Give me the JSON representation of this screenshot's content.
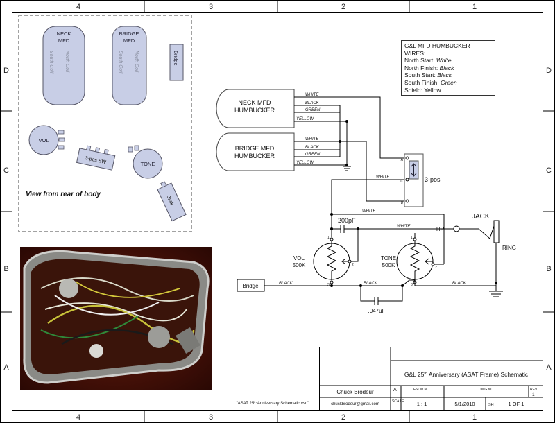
{
  "frame": {
    "columns": [
      "4",
      "3",
      "2",
      "1"
    ],
    "rows": [
      "D",
      "C",
      "B",
      "A"
    ]
  },
  "rear_view": {
    "neck_pickup": {
      "title_line1": "NECK",
      "title_line2": "MFD",
      "coil1": "North Coil",
      "coil2": "South Coil"
    },
    "bridge_pickup": {
      "title_line1": "BRIDGE",
      "title_line2": "MFD",
      "coil1": "North Coil",
      "coil2": "South Coil"
    },
    "bridge_label": "Bridge",
    "vol_label": "VOL",
    "switch_label": "3-pos SW",
    "tone_label": "TONE",
    "jack_label": "Jack",
    "caption": "View from rear of body"
  },
  "legend": {
    "title": "G&L MFD HUMBUCKER WIRES:",
    "rows": [
      {
        "label": "North Start:",
        "value": "White"
      },
      {
        "label": "North Finish:",
        "value": "Black"
      },
      {
        "label": "South Start:",
        "value": "Black"
      },
      {
        "label": "South Finish:",
        "value": "Green"
      },
      {
        "label": "Shield:",
        "value": "Yellow"
      }
    ]
  },
  "schematic": {
    "neck_humbucker": {
      "line1": "NECK MFD",
      "line2": "HUMBUCKER"
    },
    "bridge_humbucker": {
      "line1": "BRIDGE MFD",
      "line2": "HUMBUCKER"
    },
    "wire_white": "WHITE",
    "wire_black": "BLACK",
    "wire_green": "GREEN",
    "wire_yellow": "YELLOW",
    "switch_label": "3-pos",
    "switch_pins": [
      "A",
      "C",
      "B"
    ],
    "cap_top": "200pF",
    "jack_label": "JACK",
    "tip_label": "TIP",
    "ring_label": "RING",
    "vol_label1": "VOL",
    "vol_label2": "500K",
    "tone_label1": "TONE",
    "tone_label2": "500K",
    "pot_pin1": "1",
    "pot_pin2": "2",
    "pot_pin3": "3",
    "bridge_box": "Bridge",
    "cap_bottom": ".047uF"
  },
  "title_block": {
    "title_pre": "G&L 25",
    "title_sup": "th",
    "title_post": " Anniversary (ASAT Frame) Schematic",
    "author": "Chuck Brodeur",
    "email": "chuckbrodeur@gmail.com",
    "size_hdr": "A",
    "fscm_hdr": "FSCM NO",
    "dwg_hdr": "DWG NO",
    "rev_hdr": "REV",
    "rev_val": "1",
    "scale_hdr": "SCA LE",
    "scale_val": "1 : 1",
    "date": "5/1/2010",
    "sheet_hdr": "SH",
    "sheet_val": "1 OF 1",
    "filename_pre": "\"ASAT 25",
    "filename_sup": "th",
    "filename_post": " Anniversary Schematic.vsd\""
  }
}
